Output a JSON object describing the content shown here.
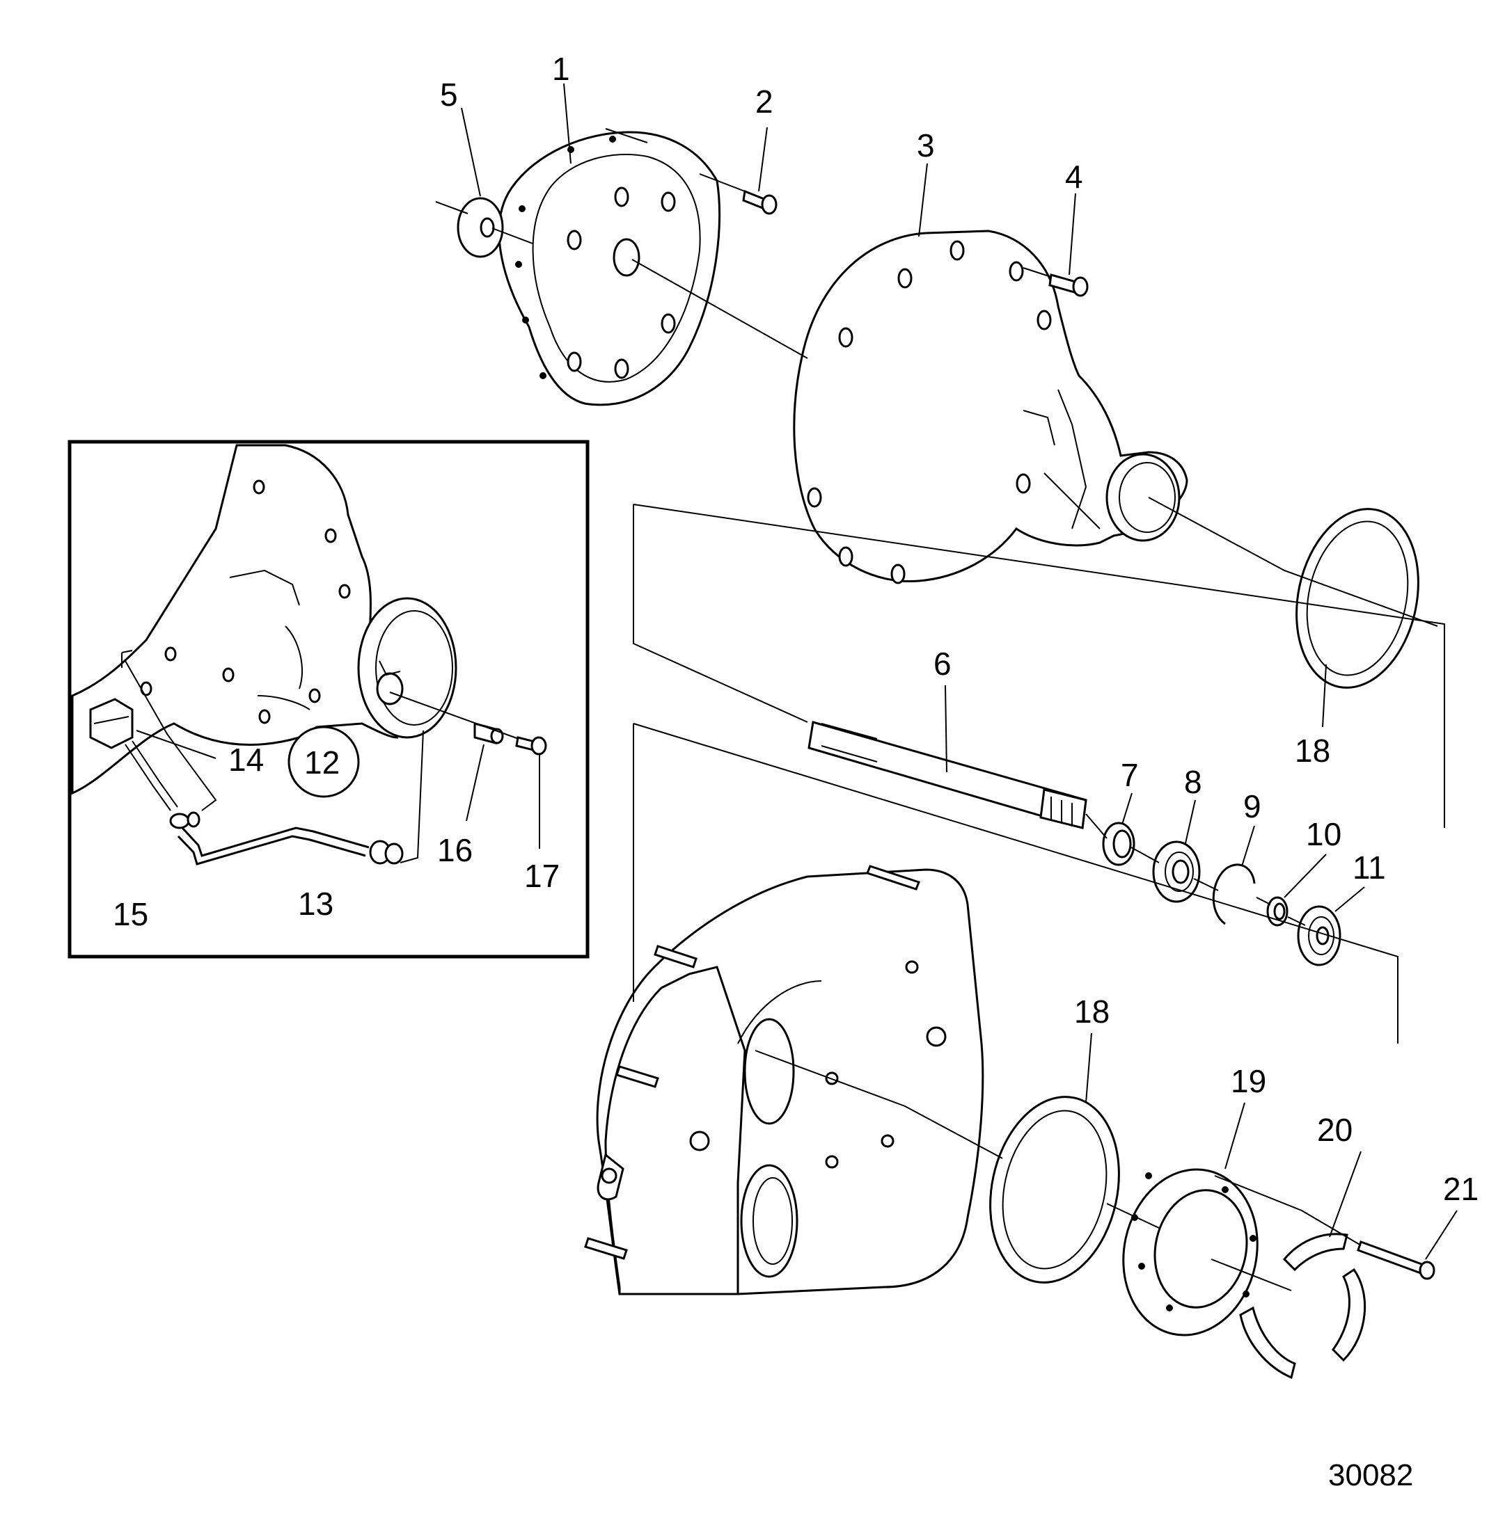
{
  "labels": {
    "l1": "1",
    "l2": "2",
    "l3": "3",
    "l4": "4",
    "l5": "5",
    "l6": "6",
    "l7": "7",
    "l8": "8",
    "l9": "9",
    "l10": "10",
    "l11": "11",
    "l12": "12",
    "l13": "13",
    "l14": "14",
    "l15": "15",
    "l16": "16",
    "l17": "17",
    "l18a": "18",
    "l18b": "18",
    "l19": "19",
    "l20": "20",
    "l21": "21"
  },
  "reference_number": "30082"
}
